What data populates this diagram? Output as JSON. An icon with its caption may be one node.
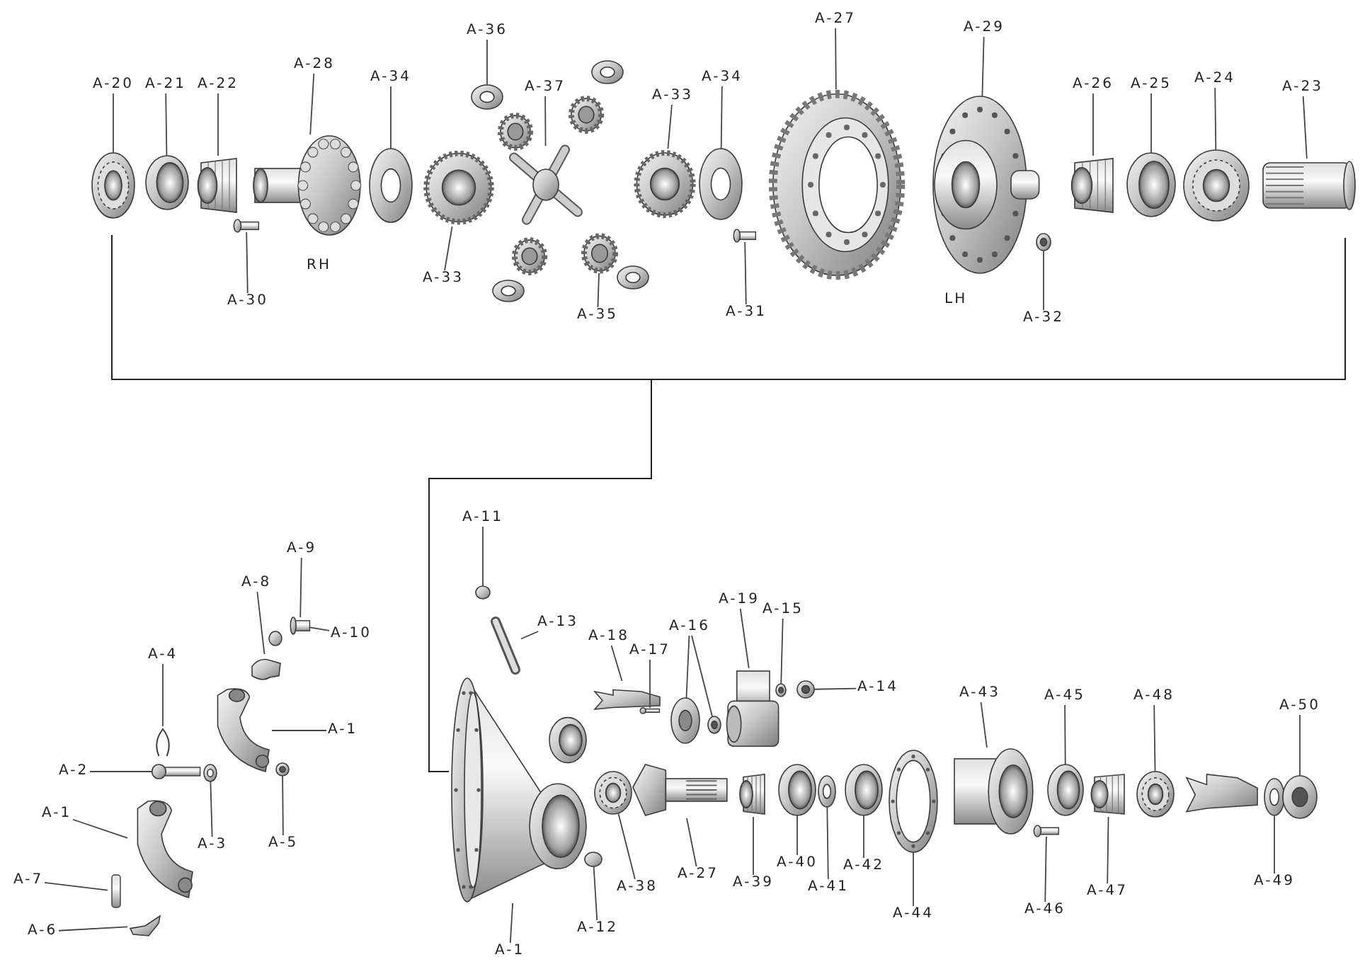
{
  "diagram": {
    "nodes": [
      {
        "text": [
          "A-20"
        ]
      },
      {
        "text": [],
        "shape": "picture"
      },
      {
        "text": [
          "A-21"
        ]
      },
      {
        "text": [],
        "shape": "picture"
      },
      {
        "text": [
          "A-22"
        ]
      },
      {
        "text": [],
        "shape": "picture"
      },
      {
        "text": [
          "A-28"
        ]
      },
      {
        "text": [],
        "shape": "picture"
      },
      {
        "text": [
          "A-34"
        ]
      },
      {
        "text": [],
        "shape": "picture"
      },
      {
        "text": [
          "A-36"
        ]
      },
      {
        "text": [],
        "shape": "picture"
      },
      {
        "text": [
          "A-37"
        ]
      },
      {
        "text": [],
        "shape": "picture"
      },
      {
        "text": [
          "A-33"
        ]
      },
      {
        "text": [],
        "shape": "picture"
      },
      {
        "text": [
          "A-34"
        ]
      },
      {
        "text": [],
        "shape": "picture"
      },
      {
        "text": [
          "A-27"
        ]
      },
      {
        "text": [],
        "shape": "picture"
      },
      {
        "text": [
          "A-29"
        ]
      },
      {
        "text": [],
        "shape": "picture"
      },
      {
        "text": [
          "A-26"
        ]
      },
      {
        "text": [],
        "shape": "picture"
      },
      {
        "text": [
          "A-25"
        ]
      },
      {
        "text": [],
        "shape": "picture"
      },
      {
        "text": [
          "A-24"
        ]
      },
      {
        "text": [],
        "shape": "picture"
      },
      {
        "text": [
          "A-23"
        ]
      },
      {
        "text": [],
        "shape": "picture"
      },
      {
        "text": [
          "A-30"
        ]
      },
      {
        "text": [],
        "shape": "picture"
      },
      {
        "text": [
          "A-33"
        ]
      },
      {
        "text": [],
        "shape": "picture"
      },
      {
        "text": [
          "A-35"
        ]
      },
      {
        "text": [],
        "shape": "picture"
      },
      {
        "text": [
          "A-31"
        ]
      },
      {
        "text": [],
        "shape": "picture"
      },
      {
        "text": [
          "A-32"
        ]
      },
      {
        "text": [],
        "shape": "picture"
      },
      {
        "text": [
          "A-9"
        ]
      },
      {
        "text": [],
        "shape": "picture"
      },
      {
        "text": [
          "A-10"
        ]
      },
      {
        "text": [
          "A-8"
        ]
      },
      {
        "text": [],
        "shape": "picture"
      },
      {
        "text": [
          "A-4"
        ]
      },
      {
        "text": [],
        "shape": "picture"
      },
      {
        "text": [
          "A-1"
        ]
      },
      {
        "text": [],
        "shape": "picture"
      },
      {
        "text": [
          "A-2"
        ]
      },
      {
        "text": [],
        "shape": "picture"
      },
      {
        "text": [
          "A-3"
        ]
      },
      {
        "text": [],
        "shape": "picture"
      },
      {
        "text": [
          "A-5"
        ]
      },
      {
        "text": [],
        "shape": "picture"
      },
      {
        "text": [
          "A-1"
        ]
      },
      {
        "text": [],
        "shape": "picture"
      },
      {
        "text": [
          "A-7"
        ]
      },
      {
        "text": [],
        "shape": "picture"
      },
      {
        "text": [
          "A-6"
        ]
      },
      {
        "text": [],
        "shape": "picture"
      },
      {
        "text": [
          "A-11"
        ]
      },
      {
        "text": [],
        "shape": "picture"
      },
      {
        "text": [
          "A-13"
        ]
      },
      {
        "text": [],
        "shape": "picture"
      },
      {
        "text": [
          "A-18"
        ]
      },
      {
        "text": [],
        "shape": "picture"
      },
      {
        "text": [
          "A-17"
        ]
      },
      {
        "text": [],
        "shape": "picture"
      },
      {
        "text": [
          "A-16"
        ]
      },
      {
        "text": [],
        "shape": "picture"
      },
      {
        "text": [],
        "shape": "picture"
      },
      {
        "text": [
          "A-19"
        ]
      },
      {
        "text": [],
        "shape": "picture"
      },
      {
        "text": [
          "A-15"
        ]
      },
      {
        "text": [],
        "shape": "picture"
      },
      {
        "text": [
          "A-14"
        ]
      },
      {
        "text": [],
        "shape": "picture"
      },
      {
        "text": [
          "A-1"
        ]
      },
      {
        "text": [],
        "shape": "picture"
      },
      {
        "text": [
          "A-12"
        ]
      },
      {
        "text": [],
        "shape": "picture"
      },
      {
        "text": [
          "A-38"
        ]
      },
      {
        "text": [],
        "shape": "picture"
      },
      {
        "text": [
          "A-27"
        ]
      },
      {
        "text": [],
        "shape": "picture"
      },
      {
        "text": [
          "A-39"
        ]
      },
      {
        "text": [],
        "shape": "picture"
      },
      {
        "text": [
          "A-40"
        ]
      },
      {
        "text": [],
        "shape": "picture"
      },
      {
        "text": [
          "A-41"
        ]
      },
      {
        "text": [],
        "shape": "picture"
      },
      {
        "text": [
          "A-42"
        ]
      },
      {
        "text": [],
        "shape": "picture"
      },
      {
        "text": [
          "A-44"
        ]
      },
      {
        "text": [],
        "shape": "picture"
      },
      {
        "text": [
          "A-43"
        ]
      },
      {
        "text": [],
        "shape": "picture"
      },
      {
        "text": [
          "A-45"
        ]
      },
      {
        "text": [],
        "shape": "picture"
      },
      {
        "text": [
          "A-46"
        ]
      },
      {
        "text": [],
        "shape": "picture"
      },
      {
        "text": [
          "A-47"
        ]
      },
      {
        "text": [],
        "shape": "picture"
      },
      {
        "text": [
          "A-48"
        ]
      },
      {
        "text": [],
        "shape": "picture"
      },
      {
        "text": [
          "A-49"
        ]
      },
      {
        "text": [],
        "shape": "picture"
      },
      {
        "text": [
          "A-50"
        ]
      },
      {
        "text": [],
        "shape": "picture"
      }
    ],
    "edges": [
      {
        "from": 0,
        "to": 1,
        "arrow": "none"
      },
      {
        "from": 2,
        "to": 3,
        "arrow": "none"
      },
      {
        "from": 4,
        "to": 5,
        "arrow": "none"
      },
      {
        "from": 6,
        "to": 7,
        "arrow": "none"
      },
      {
        "from": 8,
        "to": 9,
        "arrow": "none"
      },
      {
        "from": 10,
        "to": 11,
        "arrow": "none"
      },
      {
        "from": 12,
        "to": 13,
        "arrow": "none"
      },
      {
        "from": 14,
        "to": 15,
        "arrow": "none"
      },
      {
        "from": 16,
        "to": 17,
        "arrow": "none"
      },
      {
        "from": 18,
        "to": 19,
        "arrow": "none"
      },
      {
        "from": 20,
        "to": 21,
        "arrow": "none"
      },
      {
        "from": 22,
        "to": 23,
        "arrow": "none"
      },
      {
        "from": 24,
        "to": 25,
        "arrow": "none"
      },
      {
        "from": 26,
        "to": 27,
        "arrow": "none"
      },
      {
        "from": 28,
        "to": 29,
        "arrow": "none"
      },
      {
        "from": 30,
        "to": 31,
        "arrow": "none"
      },
      {
        "from": 32,
        "to": 33,
        "arrow": "none"
      },
      {
        "from": 34,
        "to": 35,
        "arrow": "none"
      },
      {
        "from": 36,
        "to": 37,
        "arrow": "none"
      },
      {
        "from": 38,
        "to": 39,
        "arrow": "none"
      },
      {
        "from": 40,
        "to": 41,
        "arrow": "none"
      },
      {
        "from": 42,
        "to": 41,
        "arrow": "none"
      },
      {
        "from": 43,
        "to": 44,
        "arrow": "none"
      },
      {
        "from": 45,
        "to": 46,
        "arrow": "none"
      },
      {
        "from": 47,
        "to": 48,
        "arrow": "none"
      },
      {
        "from": 49,
        "to": 50,
        "arrow": "none"
      },
      {
        "from": 51,
        "to": 52,
        "arrow": "none"
      },
      {
        "from": 53,
        "to": 54,
        "arrow": "none"
      },
      {
        "from": 55,
        "to": 56,
        "arrow": "none"
      },
      {
        "from": 57,
        "to": 58,
        "arrow": "none"
      },
      {
        "from": 59,
        "to": 60,
        "arrow": "none"
      },
      {
        "from": 61,
        "to": 62,
        "arrow": "none"
      },
      {
        "from": 63,
        "to": 64,
        "arrow": "none"
      },
      {
        "from": 65,
        "to": 66,
        "arrow": "none"
      },
      {
        "from": 67,
        "to": 68,
        "arrow": "none"
      },
      {
        "from": 69,
        "to": 70,
        "arrow": "none"
      },
      {
        "from": 69,
        "to": 71,
        "arrow": "none"
      },
      {
        "from": 72,
        "to": 73,
        "arrow": "none"
      },
      {
        "from": 74,
        "to": 75,
        "arrow": "none"
      },
      {
        "from": 76,
        "to": 77,
        "arrow": "none"
      },
      {
        "from": 78,
        "to": 79,
        "arrow": "none"
      },
      {
        "from": 80,
        "to": 81,
        "arrow": "none"
      },
      {
        "from": 82,
        "to": 83,
        "arrow": "none"
      },
      {
        "from": 84,
        "to": 85,
        "arrow": "none"
      },
      {
        "from": 86,
        "to": 87,
        "arrow": "none"
      },
      {
        "from": 88,
        "to": 89,
        "arrow": "none"
      },
      {
        "from": 90,
        "to": 91,
        "arrow": "none"
      },
      {
        "from": 92,
        "to": 93,
        "arrow": "none"
      },
      {
        "from": 94,
        "to": 95,
        "arrow": "none"
      },
      {
        "from": 96,
        "to": 97,
        "arrow": "none"
      },
      {
        "from": 98,
        "to": 99,
        "arrow": "none"
      },
      {
        "from": 100,
        "to": 101,
        "arrow": "none"
      },
      {
        "from": 102,
        "to": 103,
        "arrow": "none"
      },
      {
        "from": 104,
        "to": 105,
        "arrow": "none"
      },
      {
        "from": 106,
        "to": 107,
        "arrow": "none"
      },
      {
        "from": 108,
        "to": 109,
        "arrow": "none"
      }
    ],
    "labels": [
      "RH",
      "LH"
    ]
  }
}
